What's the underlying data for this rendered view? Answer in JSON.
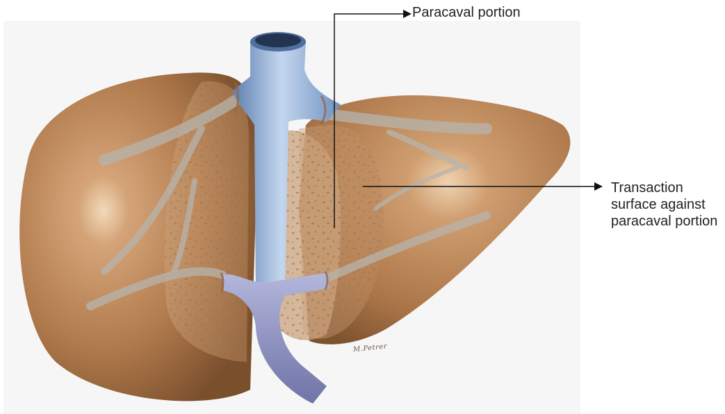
{
  "labels": {
    "paracaval": "Paracaval portion",
    "transection": [
      "Transaction",
      "surface against",
      "paracaval portion"
    ]
  },
  "signature": "M.Petrer",
  "colors": {
    "liver": "#b07a4c",
    "liver_shadow": "#7a4f2c",
    "ivc": "#8fb0d8",
    "portal": "#8f94c2",
    "vessel_trace": "#a9aab0",
    "caudate_overlay": "#c69a70"
  },
  "icons": [
    "arrow-right-icon",
    "arrow-right-icon"
  ]
}
